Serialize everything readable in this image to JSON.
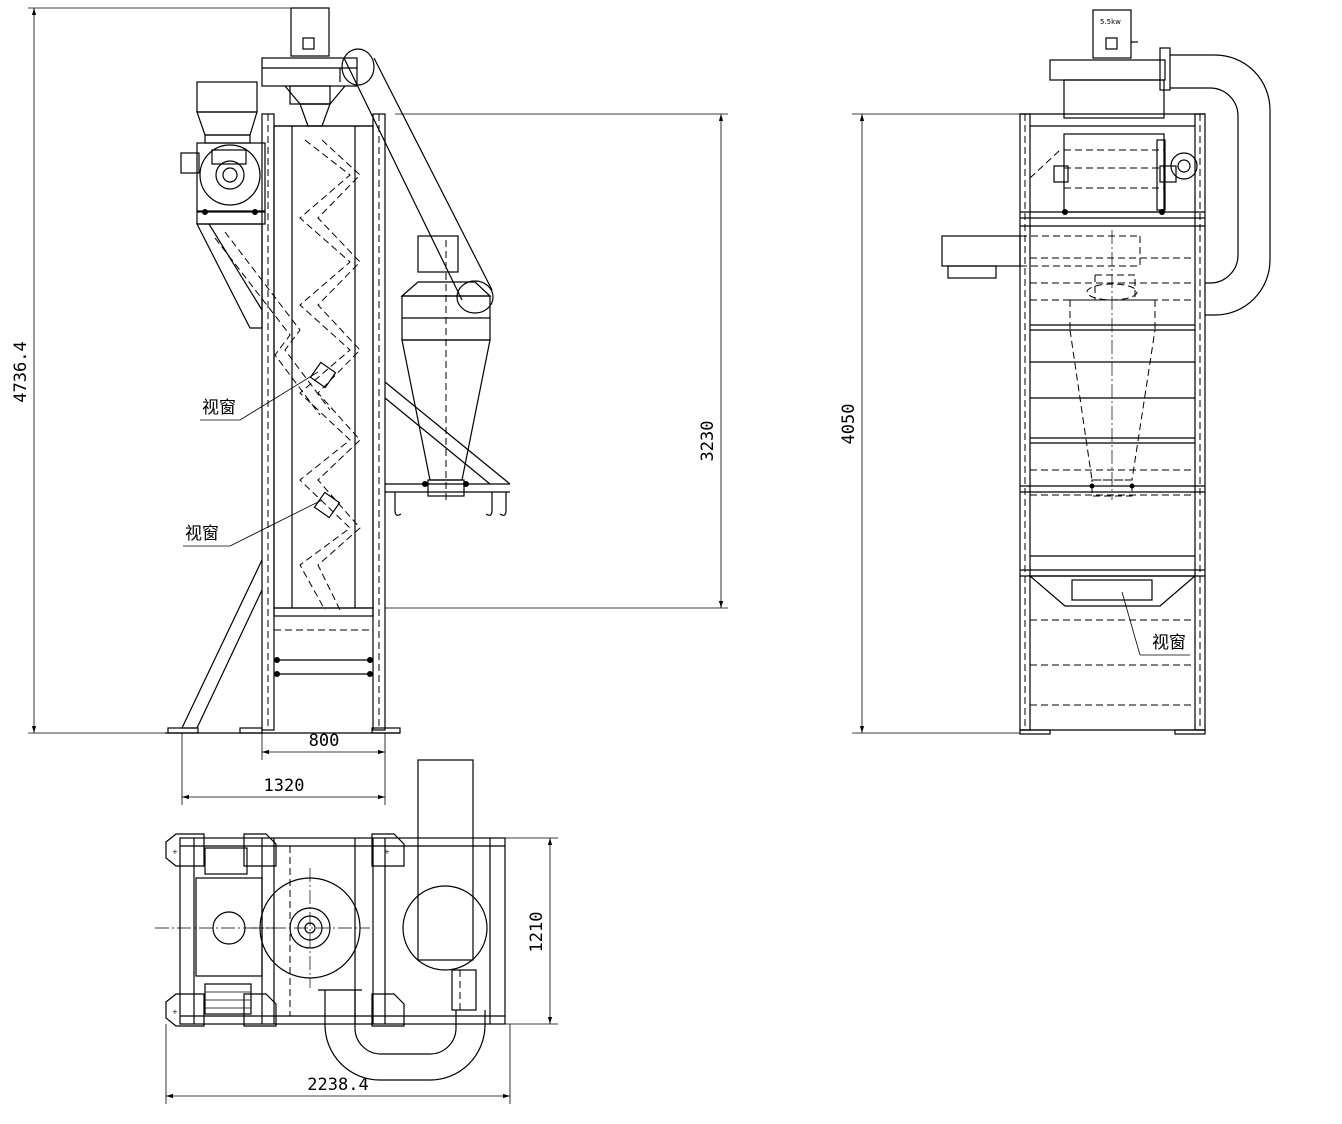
{
  "dimensions": {
    "total_height": "4736.4",
    "section_height": "3230",
    "frame_depth": "800",
    "base_depth": "1320",
    "plan_width": "1210",
    "plan_length": "2238.4",
    "side_height": "4050"
  },
  "labels": {
    "sight_window": "视窗"
  },
  "motor_plate": "5.5kw"
}
